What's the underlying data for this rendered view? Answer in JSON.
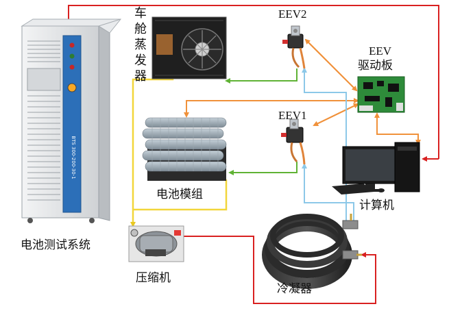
{
  "labels": {
    "battery_tester": "电池测试系统",
    "cabin_evaporator": "车舱蒸发器",
    "eev2": "EEV2",
    "eev_driver_line1": "EEV",
    "eev_driver_line2": "驱动板",
    "eev1": "EEV1",
    "battery_module": "电池模组",
    "computer": "计算机",
    "compressor": "压缩机",
    "condenser": "冷凝器"
  },
  "cabinet_text": "BTS 300-200-30-1",
  "colors": {
    "red_line": "#d92020",
    "orange_line": "#f0913a",
    "yellow_line": "#f2d63a",
    "green_line": "#5fb234",
    "blue_line": "#8cc8e8",
    "cabinet_body": "#e4e6e8",
    "cabinet_panel": "#2c6fb8",
    "board_green": "#2e8b3a"
  }
}
